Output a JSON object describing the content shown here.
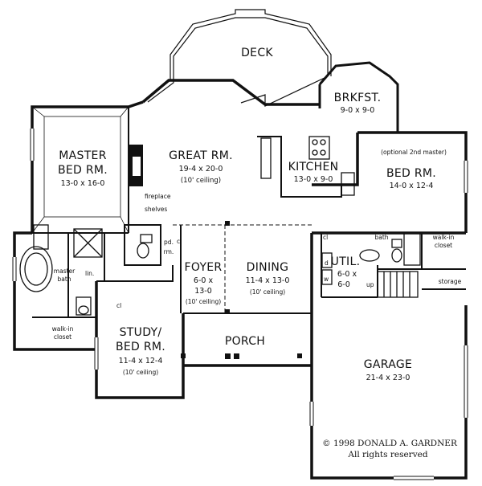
{
  "rooms": {
    "deck": {
      "name": "DECK"
    },
    "brkfst": {
      "name": "BRKFST.",
      "size": "9-0 x 9-0"
    },
    "kitchen": {
      "name": "KITCHEN",
      "size": "13-0 x 9-0"
    },
    "great_rm": {
      "name": "GREAT RM.",
      "size": "19-4 x 20-0",
      "note": "(10' ceiling)"
    },
    "master_bed": {
      "line1": "MASTER",
      "line2": "BED RM.",
      "size": "13-0 x 16-0"
    },
    "bed_rm": {
      "note": "(optional 2nd master)",
      "name": "BED RM.",
      "size": "14-0 x 12-4"
    },
    "foyer": {
      "name": "FOYER",
      "size1": "6-0 x",
      "size2": "13-0",
      "note": "(10' ceiling)"
    },
    "dining": {
      "name": "DINING",
      "size": "11-4 x 13-0",
      "note": "(10' ceiling)"
    },
    "util": {
      "name": "UTIL.",
      "size1": "6-0 x",
      "size2": "6-0"
    },
    "study": {
      "line1": "STUDY/",
      "line2": "BED RM.",
      "size": "11-4 x 12-4",
      "note": "(10' ceiling)"
    },
    "porch": {
      "name": "PORCH"
    },
    "garage": {
      "name": "GARAGE",
      "size": "21-4 x 23-0"
    }
  },
  "small_labels": {
    "fireplace": "fireplace",
    "shelves": "shelves",
    "pd": "pd.",
    "rm": "rm.",
    "cl_foyer": "cl",
    "cl_study": "cl",
    "cl_util": "cl",
    "master_bath_1": "master",
    "master_bath_2": "bath",
    "lin": "lin.",
    "walkin_1": "walk-in",
    "walkin_2": "closet",
    "bath": "bath",
    "walkin_bed_1": "walk-in",
    "walkin_bed_2": "closet",
    "storage": "storage",
    "up": "up",
    "d": "d",
    "w": "w"
  },
  "copyright": {
    "line1": "© 1998 DONALD A. GARDNER",
    "line2": "All rights reserved"
  }
}
